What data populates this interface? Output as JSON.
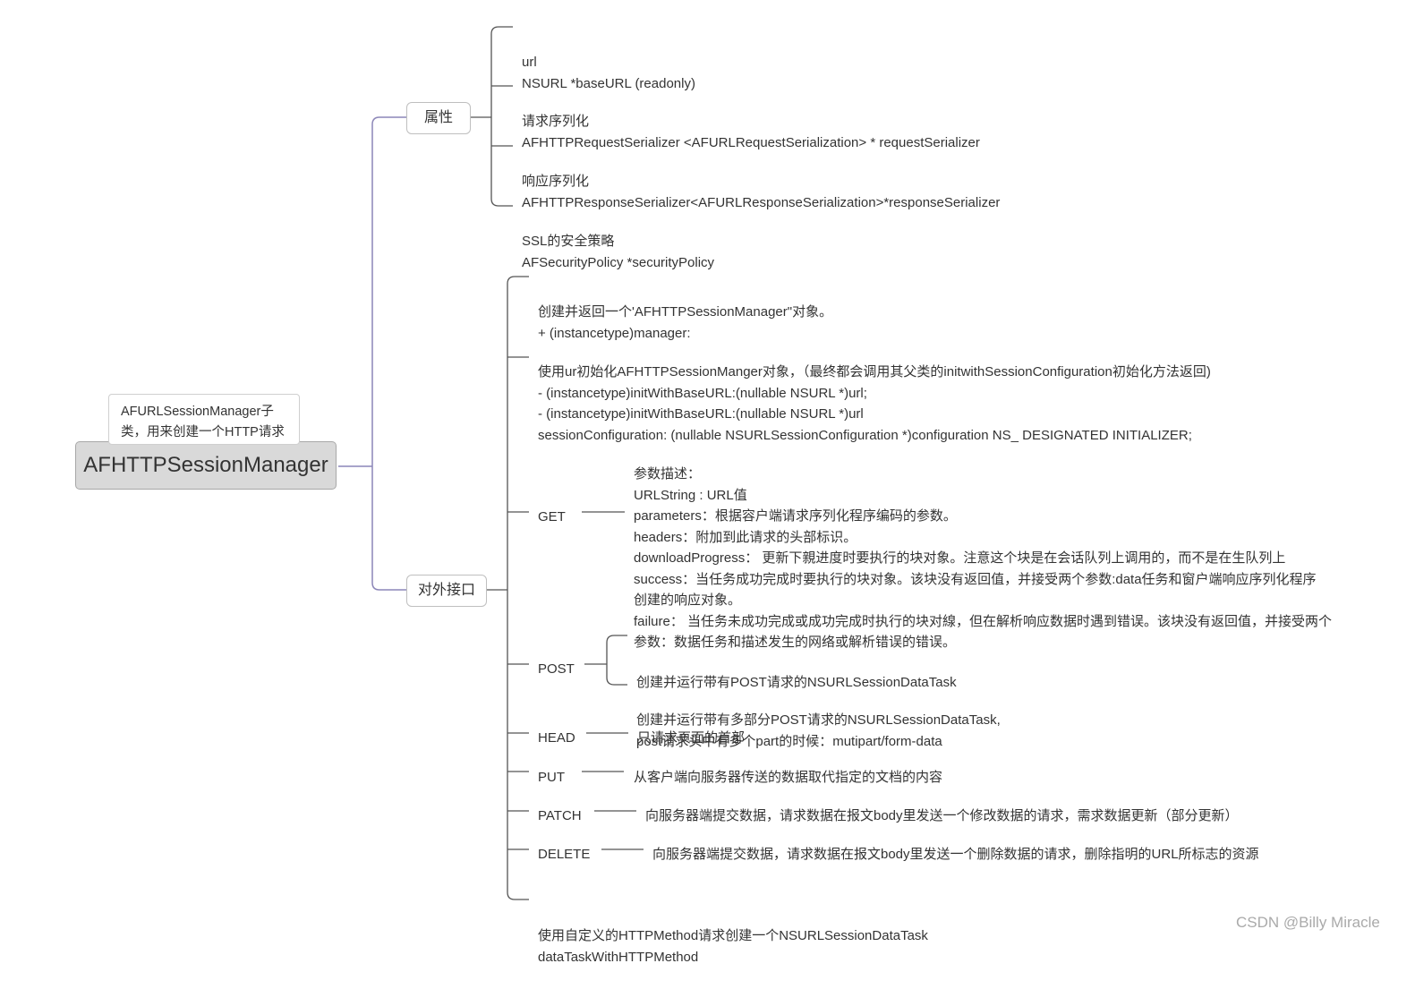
{
  "root": {
    "title": "AFHTTPSessionManager",
    "note": [
      "AFURLSessionManager子",
      "类，用来创建一个HTTP请求"
    ]
  },
  "properties": {
    "label": "属性",
    "items": [
      [
        "url",
        "NSURL *baseURL (readonly)"
      ],
      [
        "请求序列化",
        "AFHTTPRequestSerializer <AFURLRequestSerialization> * requestSerializer"
      ],
      [
        "响应序列化",
        "AFHTTPResponseSerializer<AFURLResponseSerialization>*responseSerializer"
      ],
      [
        "SSL的安全策略",
        "AFSecurityPolicy *securityPolicy"
      ]
    ]
  },
  "interfaces": {
    "label": "对外接口",
    "create": [
      "创建并返回一个'AFHTTPSessionManager\"对象。",
      "+ (instancetype)manager:"
    ],
    "init": [
      "使用ur初始化AFHTTPSessionManger对象，（最终都会调用其父类的initwithSessionConfiguration初始化方法返回)",
      "- (instancetype)initWithBaseURL:(nullable NSURL *)url;",
      "- (instancetype)initWithBaseURL:(nullable NSURL *)url",
      "sessionConfiguration: (nullable NSURLSessionConfiguration *)configuration NS_ DESIGNATED INITIALIZER;"
    ],
    "get": {
      "label": "GET",
      "desc": [
        "参数描述：",
        "URLString : URL值",
        "parameters：根据容户端请求序列化程序编码的参数。",
        "headers：附加到此请求的头部标识。",
        "downloadProgress： 更新下親进度时要执行的块对象。注意这个块是在会话队列上调用的，而不是在生队列上",
        "success：当任务成功完成时要执行的块对象。该块没有返回值，并接受两个参数:data任务和窗户端响应序列化程序",
        "创建的响应对象。",
        "failure： 当任务未成功完成或成功完成时执行的块对線，但在解析响应数据时遇到错误。该块没有返回值，并接受两个",
        "参数：数据任务和描述发生的网络或解析错误的错误。"
      ]
    },
    "post": {
      "label": "POST",
      "items": [
        [
          "创建并运行带有POST请求的NSURLSessionDataTask"
        ],
        [
          "创建并运行带有多部分POST请求的NSURLSessionDataTask,",
          "post请求头中有多个part的时候：mutipart/form-data"
        ]
      ]
    },
    "head": {
      "label": "HEAD",
      "desc": "只请求页面的首部"
    },
    "put": {
      "label": "PUT",
      "desc": "从客户端向服务器传送的数据取代指定的文档的内容"
    },
    "patch": {
      "label": "PATCH",
      "desc": "向服务器端提交数据，请求数据在报文body里发送一个修改数据的请求，需求数据更新（部分更新）"
    },
    "delete": {
      "label": "DELETE",
      "desc": "向服务器端提交数据，请求数据在报文body里发送一个删除数据的请求，删除指明的URL所标志的资源"
    },
    "custom": [
      "使用自定义的HTTPMethod请求创建一个NSURLSessionDataTask",
      "dataTaskWithHTTPMethod"
    ]
  },
  "watermark": "CSDN @Billy Miracle",
  "colors": {
    "main_branch": "#8c86b8",
    "sub_branch": "#555555",
    "root_fill": "#d9d9d9"
  }
}
